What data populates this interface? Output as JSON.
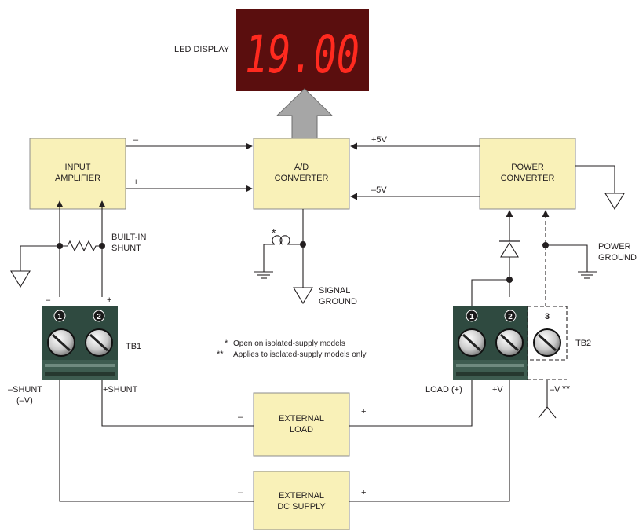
{
  "led_display": {
    "label": "LED DISPLAY",
    "reading": "19.00",
    "digit_color": "#ff2a1f",
    "bezel_color": "#5a0e0e"
  },
  "blocks": {
    "input_amplifier": {
      "line1": "INPUT",
      "line2": "AMPLIFIER"
    },
    "ad_converter": {
      "line1": "A/D",
      "line2": "CONVERTER"
    },
    "power_converter": {
      "line1": "POWER",
      "line2": "CONVERTER"
    },
    "external_load": {
      "line1": "EXTERNAL",
      "line2": "LOAD"
    },
    "external_supply": {
      "line1": "EXTERNAL",
      "line2": "DC SUPPLY"
    }
  },
  "signals": {
    "amp_minus": "–",
    "amp_plus": "+",
    "plus5v": "+5V",
    "minus5v": "–5V"
  },
  "shunt": {
    "line1": "BUILT-IN",
    "line2": "SHUNT"
  },
  "grounds": {
    "signal_line1": "SIGNAL",
    "signal_line2": "GROUND",
    "power_line1": "POWER",
    "power_line2": "GROUND"
  },
  "jumper_star": "*",
  "tb1": {
    "name": "TB1",
    "pin1": "1",
    "pin2": "2",
    "pin1_polarity": "–",
    "pin2_polarity": "+",
    "minus_shunt_line1": "–SHUNT",
    "minus_shunt_line2": "(–V)",
    "plus_shunt": "+SHUNT"
  },
  "tb2": {
    "name": "TB2",
    "pin1": "1",
    "pin2": "2",
    "pin3": "3",
    "load_plus": "LOAD (+)",
    "plus_v": "+V",
    "minus_v": "–V",
    "minus_v_mark": "**"
  },
  "load_terminals": {
    "minus": "–",
    "plus": "+"
  },
  "supply_terminals": {
    "minus": "–",
    "plus": "+"
  },
  "notes": {
    "note1_mark": "*",
    "note1_text": "Open on isolated-supply models",
    "note2_mark": "**",
    "note2_text": "Applies to isolated-supply models only"
  },
  "colors": {
    "block_fill": "#f9f1b8",
    "terminal_block": "#2f4a40",
    "arrow_gray": "#a6a6a6"
  }
}
